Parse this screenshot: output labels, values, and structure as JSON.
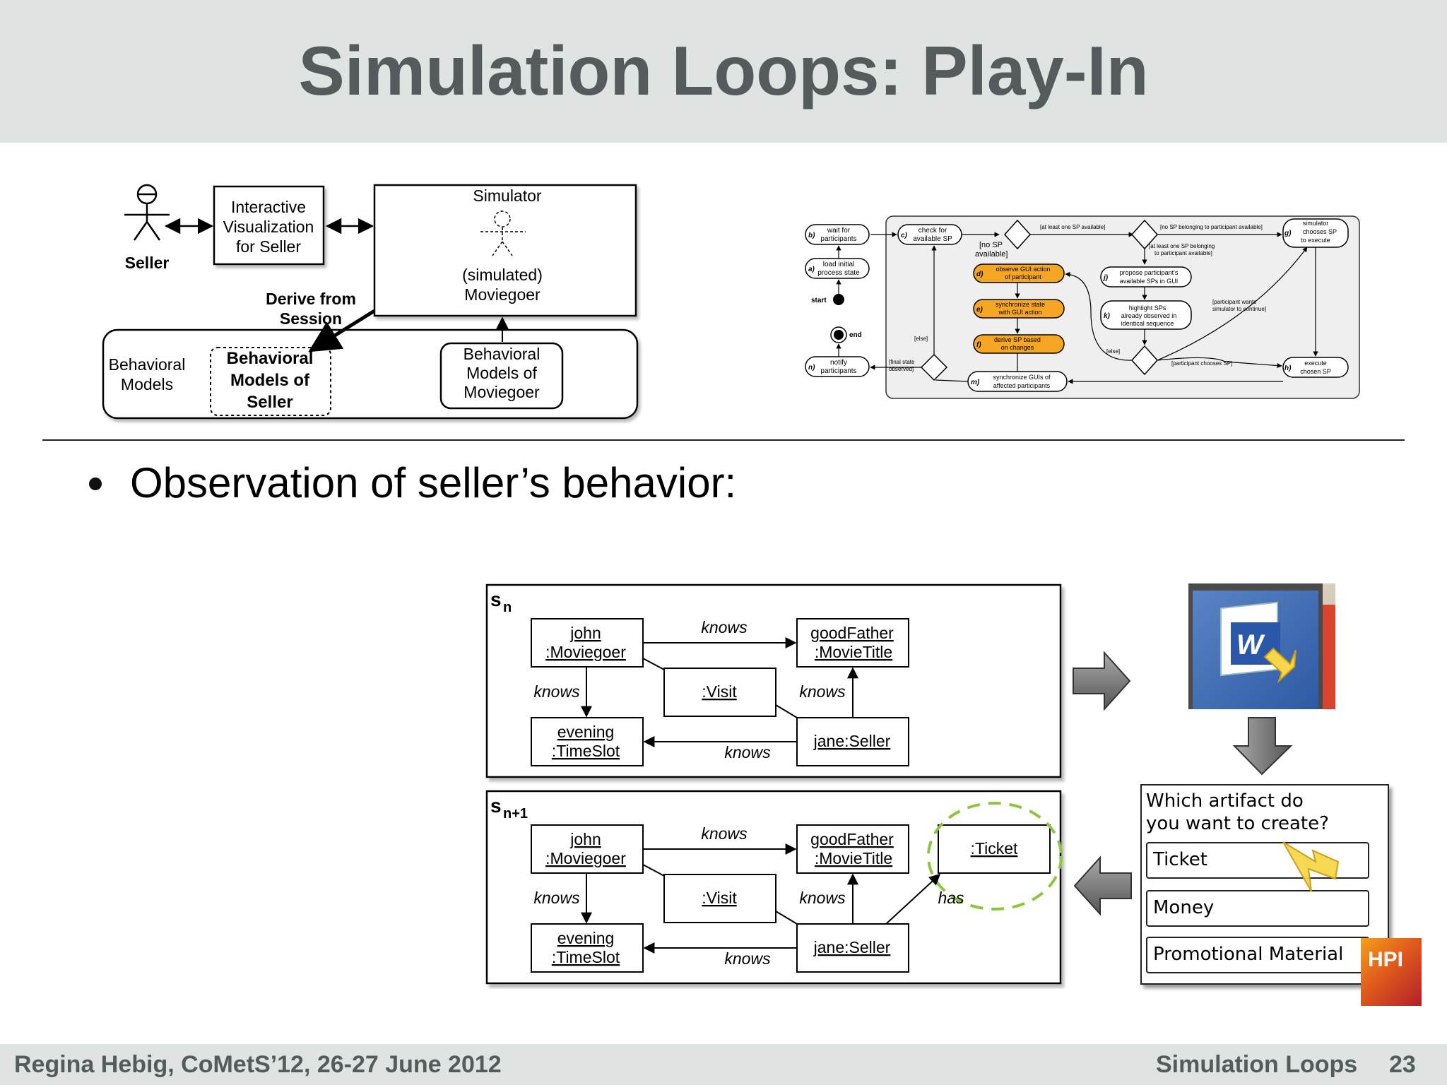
{
  "slide": {
    "title": "Simulation Loops: Play-In",
    "bullet": "Observation of seller’s behavior:",
    "footer_left": "Regina Hebig,  CoMetS’12,  26-27 June 2012",
    "footer_section": "Simulation Loops",
    "page_number": "23",
    "logo_text": "HPI"
  },
  "left_diagram": {
    "actor_label": "Seller",
    "visualization_lines": [
      "Interactive",
      "Visualization",
      "for Seller"
    ],
    "simulator_label": "Simulator",
    "simulated_lines": [
      "(simulated)",
      "Moviegoer"
    ],
    "derive_lines": [
      "Derive from",
      "Session"
    ],
    "models_lines": [
      "Behavioral",
      "Models"
    ],
    "seller_models_lines": [
      "Behavioral",
      "Models of",
      "Seller"
    ],
    "moviegoer_models_lines": [
      "Behavioral",
      "Models of",
      "Moviegoer"
    ]
  },
  "activity_diagram": {
    "b": "b)",
    "b_lines": [
      "wait for",
      "participants"
    ],
    "a": "a)",
    "a_lines": [
      "load initial",
      "process state"
    ],
    "start": "start",
    "end": "end",
    "n": "n)",
    "n_lines": [
      "notify",
      "participants"
    ],
    "c": "c)",
    "c_lines": [
      "check for",
      "available SP"
    ],
    "d": "d)",
    "d_lines": [
      "observe GUI action",
      "of participant"
    ],
    "e": "e)",
    "e_lines": [
      "synchronize state",
      "with GUI action"
    ],
    "f": "f)",
    "f_lines": [
      "derive SP based",
      "on changes"
    ],
    "m": "m)",
    "m_lines": [
      "synchronize GUIs of",
      "affected participants"
    ],
    "j": "j)",
    "j_lines": [
      "propose participant's",
      "available SPs in GUI"
    ],
    "k": "k)",
    "k_lines": [
      "highlight SPs",
      "already observed in",
      "identical sequence"
    ],
    "g": "g)",
    "g_lines": [
      "simulator",
      "chooses SP",
      "to execute"
    ],
    "h": "h)",
    "h_lines": [
      "execute",
      "chosen SP"
    ],
    "guard_at_least": "[at least one SP available]",
    "guard_no_sp_belonging": "[no SP belonging to participant available]",
    "guard_no_sp": [
      "[no SP",
      "available]"
    ],
    "guard_at_least_belonging": [
      "[at least one SP belonging",
      "to participant available]"
    ],
    "guard_wants": [
      "[participant wants",
      "simulator to continue]"
    ],
    "guard_else1": "[else]",
    "guard_else2": "[else]",
    "guard_final": [
      "[final state",
      "observed]"
    ],
    "guard_chooses": "[participant chooses SP]"
  },
  "object_diagrams": {
    "sn_label": "s",
    "sn_sub": "n",
    "sn1_label": "s",
    "sn1_sub": "n+1",
    "john": [
      "john",
      ":Moviegoer"
    ],
    "good_father": [
      "goodFather",
      ":MovieTitle"
    ],
    "visit": ":Visit",
    "evening": [
      "evening",
      ":TimeSlot"
    ],
    "jane": "jane:Seller",
    "ticket": ":Ticket",
    "knows": "knows",
    "has": "has"
  },
  "dialog": {
    "question_lines": [
      "Which artifact do",
      "you want to create?"
    ],
    "options": [
      "Ticket",
      "Money",
      "Promotional Material"
    ]
  },
  "word_icon_letter": "W",
  "colors": {
    "title_bar": "#dfe3e2",
    "title_text": "#555a5c",
    "activity_orange": "#f5a623",
    "hpi_red": "#c0392b",
    "highlight_green": "#8cc63f",
    "cursor_yellow": "#f7d64a"
  }
}
